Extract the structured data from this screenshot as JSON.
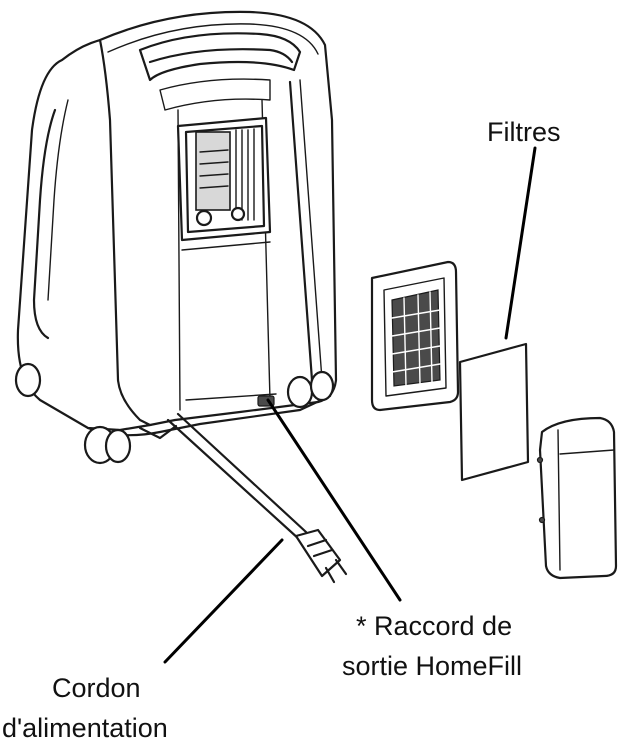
{
  "labels": {
    "filters": "Filtres",
    "homefill_line1": "* Raccord de",
    "homefill_line2": "sortie HomeFill",
    "power_cord_line1": "Cordon",
    "power_cord_line2": "d'alimentation"
  },
  "colors": {
    "line": "#1a1a1a",
    "background": "#ffffff",
    "shade": "#d8d8d8"
  }
}
